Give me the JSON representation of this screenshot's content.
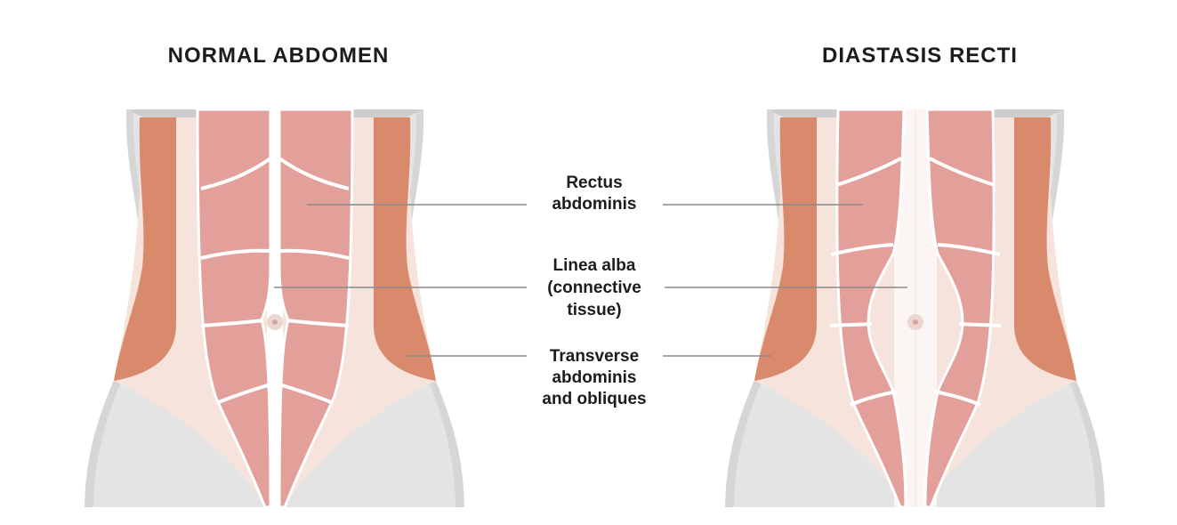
{
  "titles": {
    "normal": "NORMAL ABDOMEN",
    "diastasis": "DIASTASIS RECTI"
  },
  "labels": {
    "rectus": [
      "Rectus",
      "abdominis"
    ],
    "linea_alba": [
      "Linea alba",
      "(connective",
      "tissue)"
    ],
    "transverse": [
      "Transverse",
      "abdominis",
      "and obliques"
    ]
  },
  "colors": {
    "body": "#d4d4d4",
    "breast": "#cdcdcd",
    "oblique": "#d98a6c",
    "transverse": "#f5e3dc",
    "rectus": "#e3a09b",
    "linea": "#fbf5f3",
    "navel": "#ecd6d1"
  }
}
